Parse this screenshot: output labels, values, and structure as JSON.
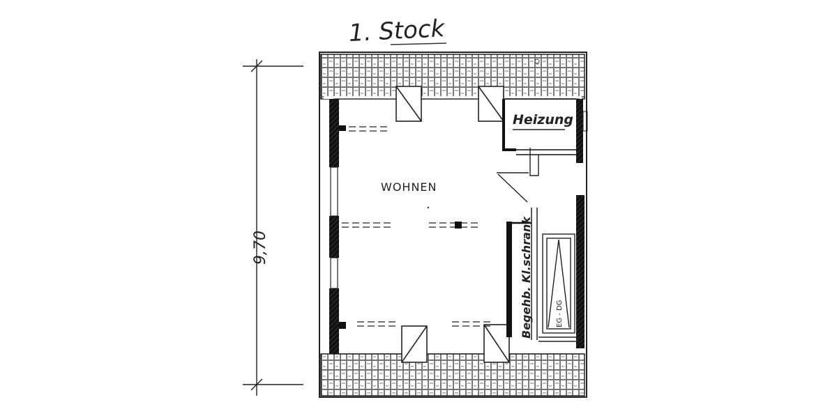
{
  "title": "1. Stock",
  "dimension_label": "9,70",
  "rooms": {
    "living": "WOHNEN",
    "heating": "Heizung",
    "closet": "Begehb. Kl.schrank",
    "stair": "EG - DG"
  },
  "colors": {
    "ink": "#222222",
    "wall": "#111111",
    "paper": "#ffffff"
  }
}
